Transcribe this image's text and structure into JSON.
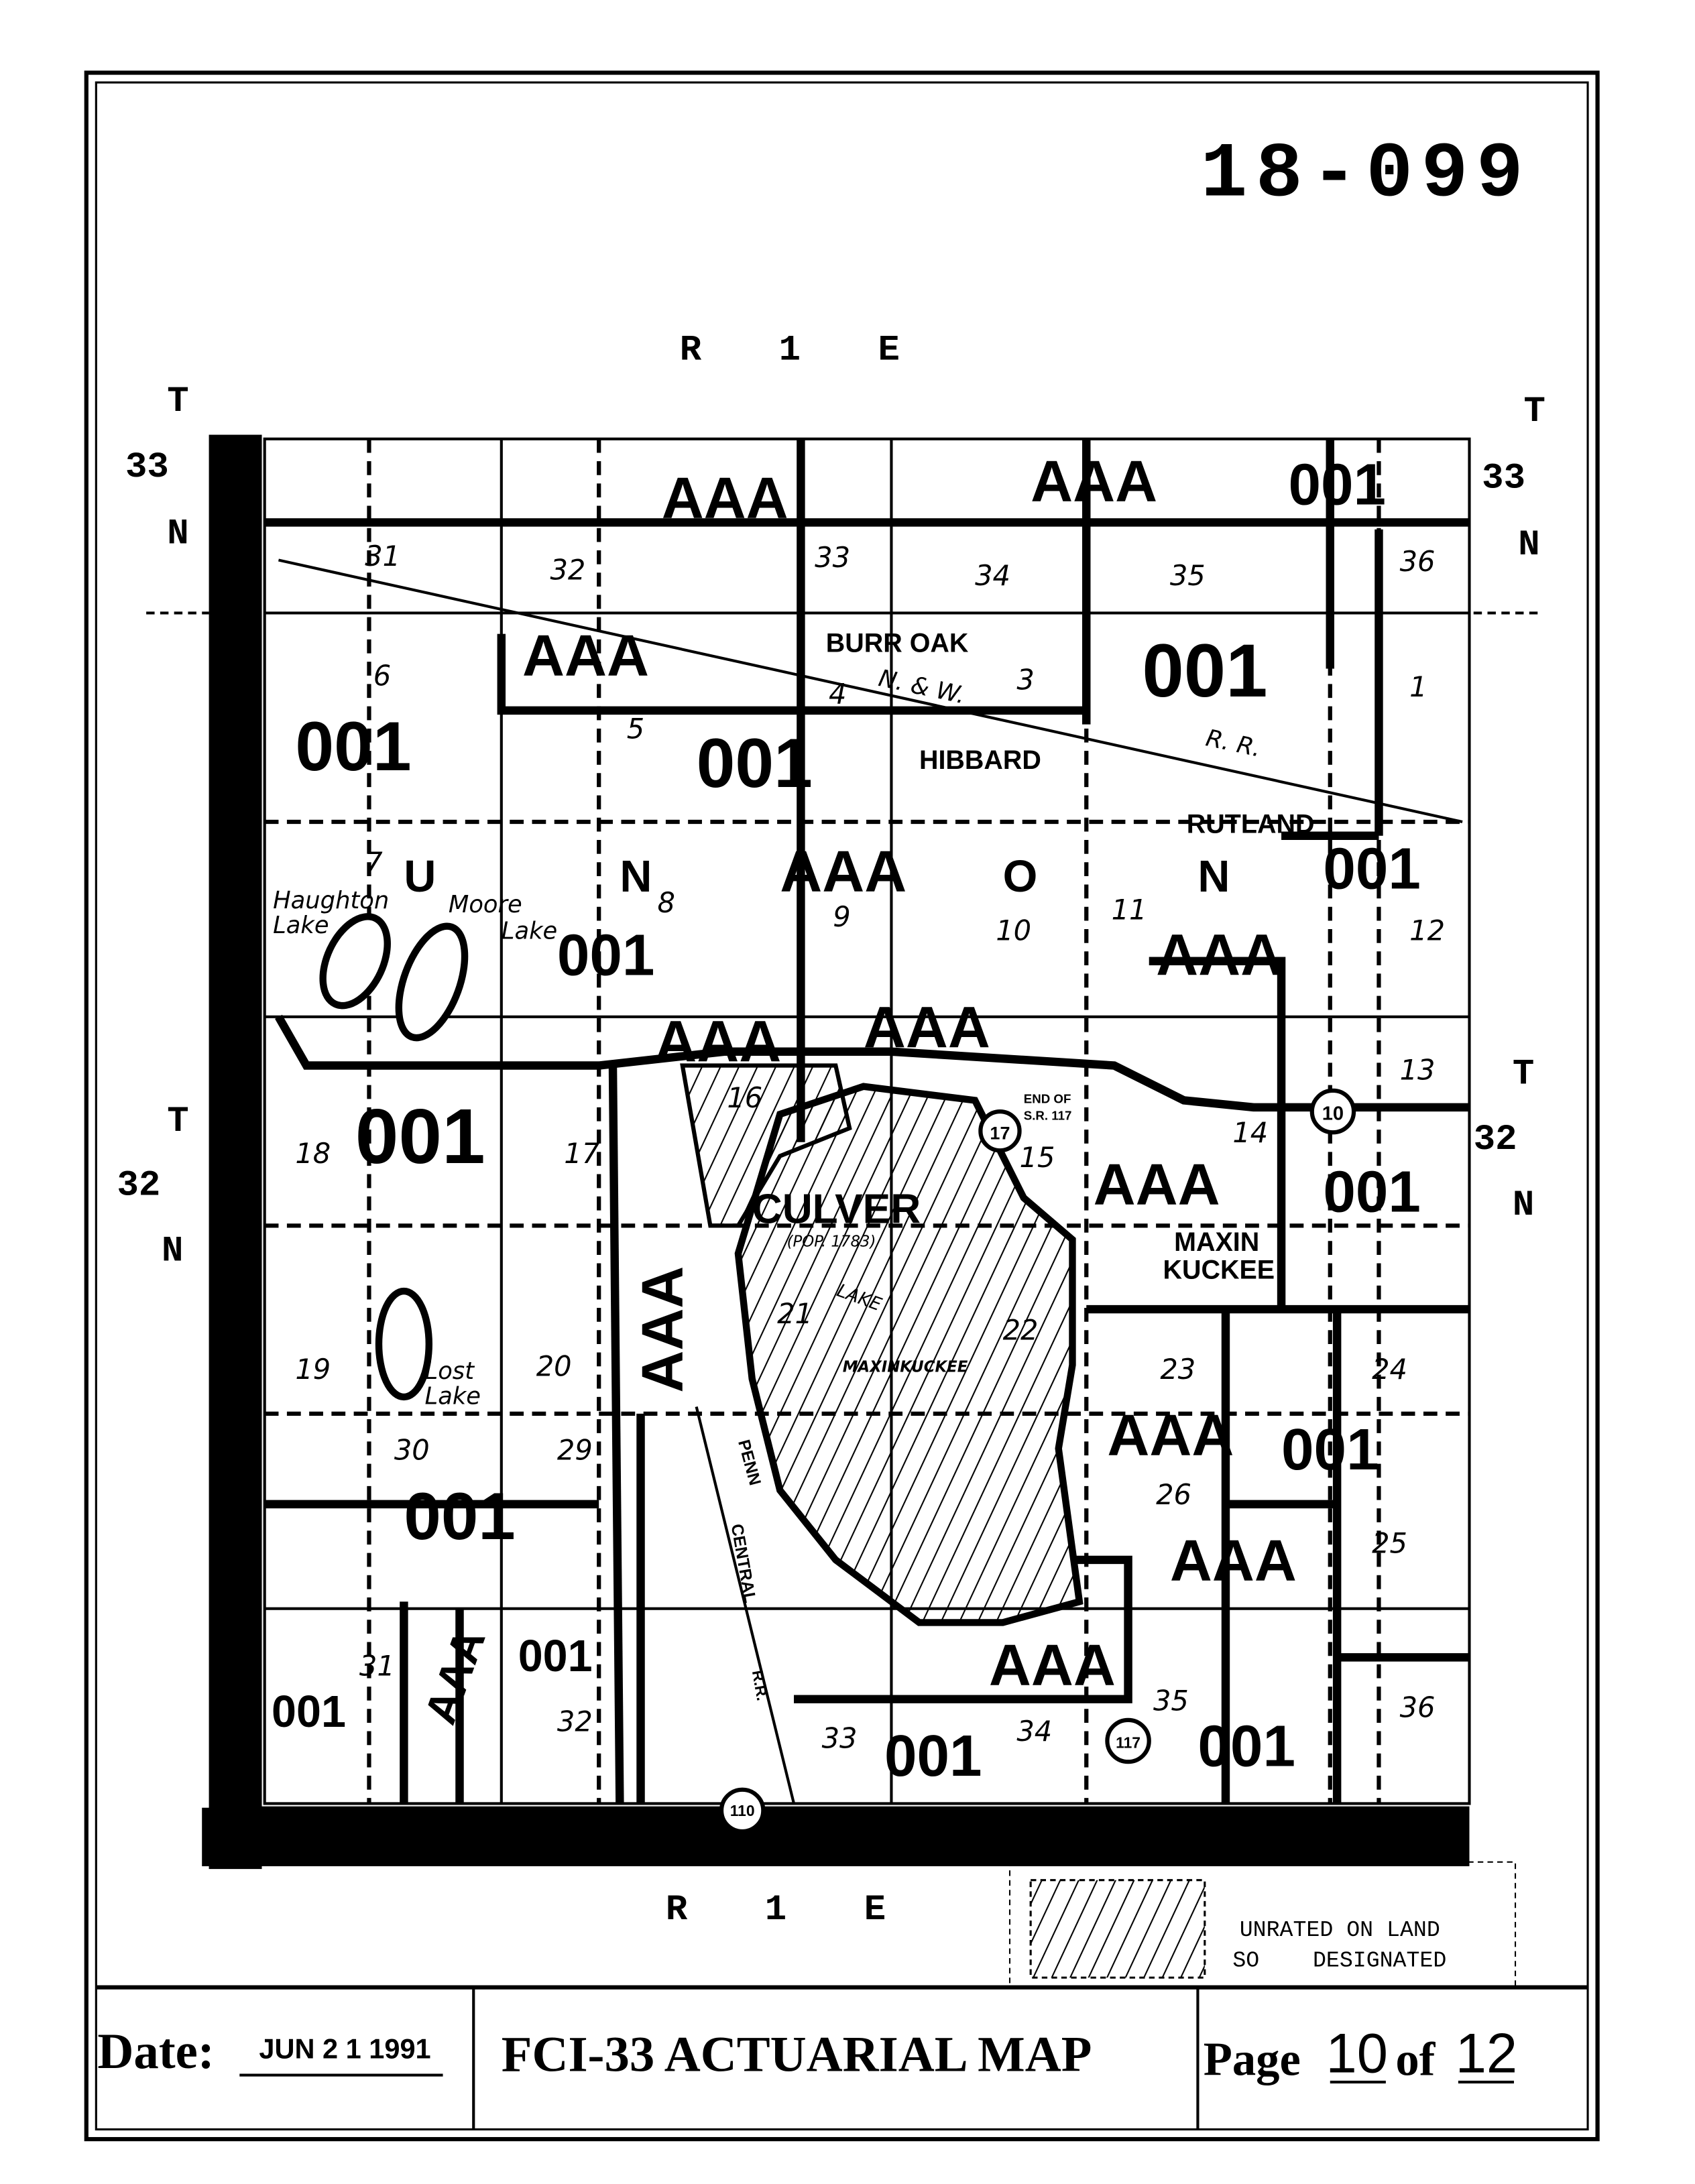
{
  "map_id": "18-099",
  "range_top": "R 1 E",
  "range_bottom": "R 1 E",
  "townships": {
    "t33_left": {
      "t": "T",
      "n": "33",
      "d": "N"
    },
    "t33_right": {
      "t": "T",
      "n": "33",
      "d": "N"
    },
    "t32_left": {
      "t": "T",
      "n": "32",
      "d": "N"
    },
    "t32_right": {
      "t": "T",
      "n": "32",
      "d": "N"
    }
  },
  "places": {
    "burr_oak": "BURR OAK",
    "hibbard": "HIBBARD",
    "rutland": "RUTLAND",
    "culver": "CULVER",
    "culver_pop": "(POP. 1783)",
    "lake": "LAKE",
    "maxinkuckee_lake": "MAXINKUCKEE",
    "maxin": "MAXIN",
    "kuckee": "KUCKEE",
    "haughton": "Haughton",
    "haughton_lake": "Lake",
    "moore": "Moore",
    "moore_lake": "Lake",
    "lost": "Lost",
    "lost_lake": "Lake",
    "rail_nw": "N. & W.",
    "rail_rr": "R. R.",
    "penn": "PENN",
    "central": "CENTRAL",
    "penn_rr": "R.R.",
    "end_of": "END OF",
    "sr117": "S.R. 117"
  },
  "township_name_letters": [
    "U",
    "N",
    "O",
    "N"
  ],
  "routes": [
    "10",
    "17",
    "117",
    "110"
  ],
  "sections": {
    "row1": [
      "31",
      "32",
      "33",
      "34",
      "35",
      "36"
    ],
    "row2": [
      "6",
      "5",
      "4",
      "3",
      "1"
    ],
    "row3": [
      "7",
      "8",
      "9",
      "10",
      "11",
      "12"
    ],
    "row4": [
      "18",
      "17",
      "16",
      "15",
      "14",
      "13"
    ],
    "row5": [
      "19",
      "20",
      "21",
      "22",
      "23",
      "24"
    ],
    "row6": [
      "30",
      "29",
      "26",
      "25"
    ],
    "row7": [
      "31",
      "32",
      "33",
      "34",
      "35",
      "36"
    ]
  },
  "zone_codes": {
    "z001": "001",
    "aaa": "AAA"
  },
  "legend": {
    "line1": "UNRATED ON LAND",
    "line2": "SO    DESIGNATED"
  },
  "footer": {
    "date_label": "Date:",
    "date_value": "JUN 2 1 1991",
    "title": "FCI-33 ACTUARIAL MAP",
    "page_label": "Page",
    "page_current": "10",
    "page_of": "of",
    "page_total": "12"
  }
}
